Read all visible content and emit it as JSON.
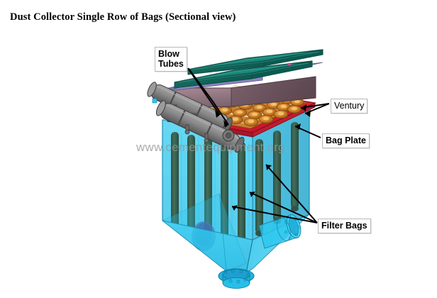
{
  "title": "Dust Collector Single Row of Bags (Sectional view)",
  "watermark": "www.cementequipment.org",
  "labels": {
    "blow_tubes": "Blow\nTubes",
    "ventury": "Ventury",
    "bag_plate": "Bag Plate",
    "filter_bags": "Filter Bags"
  },
  "colors": {
    "background": "#ffffff",
    "title_text": "#000000",
    "top_cover_teal": "#1c8a7c",
    "top_cover_teal_dark": "#12655b",
    "top_cover_teal_light": "#2ba091",
    "divider_purple": "#8e85bf",
    "body_mauve": "#9c7f89",
    "body_mauve_dark": "#6e555f",
    "bag_plate_red": "#e8203a",
    "bag_plate_red_dark": "#b2172b",
    "venturi_orange": "#c8781f",
    "venturi_orange_light": "#e49a3a",
    "housing_cyan": "#2bc8ef",
    "housing_cyan_light": "#66dcf7",
    "housing_cyan_dark": "#12a9d2",
    "filter_bag_olive": "#3d4a32",
    "filter_bag_olive_light": "#56663f",
    "blow_tube_gray": "#8c8c8c",
    "blow_tube_gray_dark": "#5d5d5d",
    "leader_line": "#000000",
    "callout_border": "#b9b9b9",
    "watermark_gray": "#969696"
  },
  "diagram": {
    "equipment_name": "dust-collector",
    "view": "sectional-isometric",
    "components": [
      {
        "name": "top-cover-panels",
        "count": 2,
        "color": "#1c8a7c"
      },
      {
        "name": "divider-strip",
        "count": 1,
        "color": "#8e85bf"
      },
      {
        "name": "clean-air-plenum-body",
        "count": 1,
        "color": "#9c7f89"
      },
      {
        "name": "bag-plate",
        "count": 1,
        "color": "#e8203a"
      },
      {
        "name": "venturi-openings",
        "count": 24,
        "color": "#c8781f"
      },
      {
        "name": "blow-tubes",
        "count": 2,
        "color": "#8c8c8c"
      },
      {
        "name": "filter-bags",
        "count": 8,
        "color": "#3d4a32"
      },
      {
        "name": "housing-shell",
        "count": 1,
        "color": "#2bc8ef"
      },
      {
        "name": "hopper",
        "count": 1,
        "color": "#2bc8ef"
      },
      {
        "name": "inlet-duct",
        "count": 1,
        "color": "#2bc8ef"
      },
      {
        "name": "dust-outlet-flange",
        "count": 1,
        "color": "#1e9fd0"
      }
    ]
  }
}
